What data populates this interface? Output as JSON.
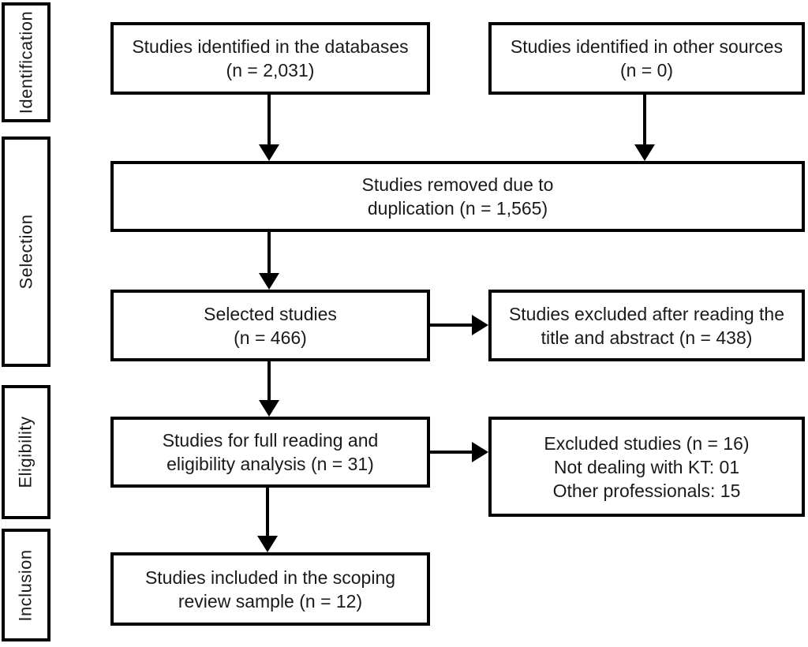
{
  "palette": {
    "line_color": "#000000",
    "text_color": "#1a1a1a",
    "background": "#ffffff"
  },
  "stages": {
    "identification": "Identification",
    "selection": "Selection",
    "eligibility": "Eligibility",
    "inclusion": "Inclusion"
  },
  "boxes": {
    "identified_databases": {
      "line1": "Studies identified in the databases",
      "line2": "(n = 2,031)"
    },
    "identified_other": {
      "line1": "Studies identified in other sources",
      "line2": "(n = 0)"
    },
    "removed_duplication": {
      "line1": "Studies removed due to",
      "line2": "duplication (n = 1,565)"
    },
    "selected": {
      "line1": "Selected studies",
      "line2": "(n = 466)"
    },
    "excluded_title_abstract": {
      "line1": "Studies excluded after reading the",
      "line2": "title and abstract (n = 438)"
    },
    "full_reading": {
      "line1": "Studies for full reading and",
      "line2": "eligibility analysis (n = 31)"
    },
    "excluded_full_text": {
      "line1": "Excluded studies (n = 16)",
      "line2": "Not dealing with KT: 01",
      "line3": "Other professionals: 15"
    },
    "included": {
      "line1": "Studies included in the scoping",
      "line2": "review sample (n = 12)"
    }
  }
}
